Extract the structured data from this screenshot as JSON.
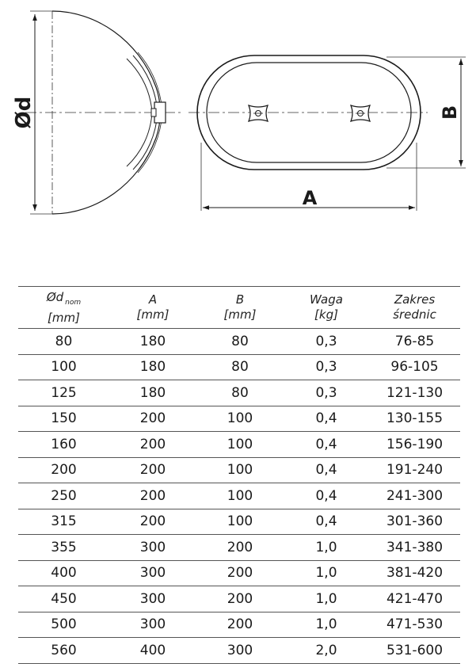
{
  "diagram": {
    "label_d": "Ød",
    "label_a": "A",
    "label_b": "B"
  },
  "table": {
    "headers": [
      {
        "line1": "Ød",
        "sub": "nom",
        "line2": "[mm]"
      },
      {
        "line1": "A",
        "sub": "",
        "line2": "[mm]"
      },
      {
        "line1": "B",
        "sub": "",
        "line2": "[mm]"
      },
      {
        "line1": "Waga",
        "sub": "",
        "line2": "[kg]"
      },
      {
        "line1": "Zakres",
        "sub": "",
        "line2": "średnic"
      }
    ],
    "rows": [
      [
        "80",
        "180",
        "80",
        "0,3",
        "76-85"
      ],
      [
        "100",
        "180",
        "80",
        "0,3",
        "96-105"
      ],
      [
        "125",
        "180",
        "80",
        "0,3",
        "121-130"
      ],
      [
        "150",
        "200",
        "100",
        "0,4",
        "130-155"
      ],
      [
        "160",
        "200",
        "100",
        "0,4",
        "156-190"
      ],
      [
        "200",
        "200",
        "100",
        "0,4",
        "191-240"
      ],
      [
        "250",
        "200",
        "100",
        "0,4",
        "241-300"
      ],
      [
        "315",
        "200",
        "100",
        "0,4",
        "301-360"
      ],
      [
        "355",
        "300",
        "200",
        "1,0",
        "341-380"
      ],
      [
        "400",
        "300",
        "200",
        "1,0",
        "381-420"
      ],
      [
        "450",
        "300",
        "200",
        "1,0",
        "421-470"
      ],
      [
        "500",
        "300",
        "200",
        "1,0",
        "471-530"
      ],
      [
        "560",
        "400",
        "300",
        "2,0",
        "531-600"
      ]
    ]
  }
}
